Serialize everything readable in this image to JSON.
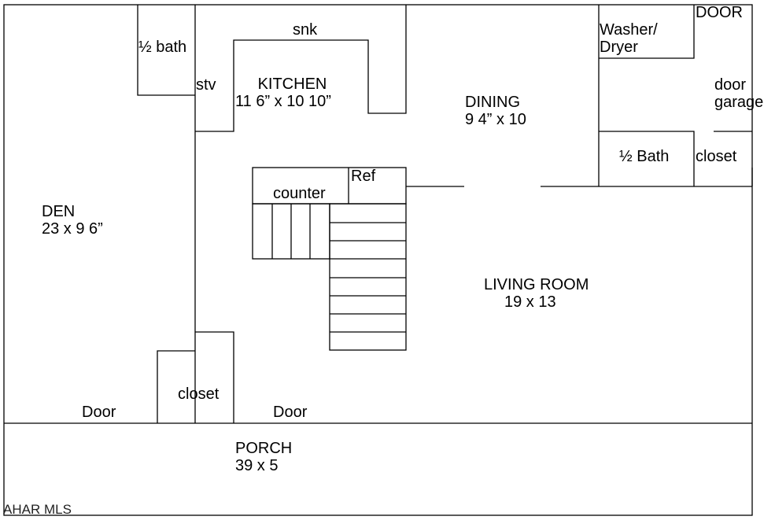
{
  "floor_plan": {
    "rooms": {
      "den": {
        "name": "DEN",
        "dimensions": "23 x 9 6”"
      },
      "kitchen": {
        "name": "KITCHEN",
        "dimensions": "11 6” x 10 10”"
      },
      "dining": {
        "name": "DINING",
        "dimensions": "9 4” x 10"
      },
      "living_room": {
        "name": "LIVING ROOM",
        "dimensions": "19 x 13"
      },
      "porch": {
        "name": "PORCH",
        "dimensions": "39 x 5"
      }
    },
    "fixtures": {
      "half_bath_top": "½ bath",
      "stove": "stv",
      "sink": "snk",
      "washer_dryer_line1": "Washer/",
      "washer_dryer_line2": "Dryer",
      "door_top_right": "DOOR",
      "door_garage_line1": "door",
      "door_garage_line2": "garage",
      "half_bath_right": "½ Bath",
      "closet_right": "closet",
      "refrigerator": "Ref",
      "counter": "counter",
      "closet_bottom": "closet",
      "door_den": "Door",
      "door_living": "Door"
    },
    "watermark": "AHAR MLS"
  }
}
